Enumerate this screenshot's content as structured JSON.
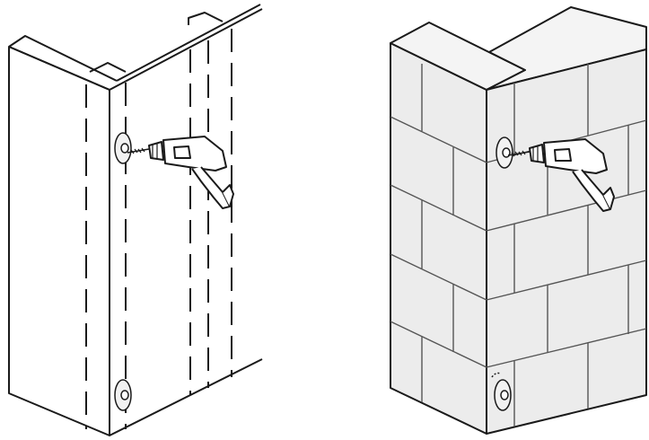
{
  "panels": [
    {
      "id": "drywall",
      "wall_material": "stud-wall",
      "tool": "drill-icon",
      "anchors": 2
    },
    {
      "id": "masonry",
      "wall_material": "brick-wall",
      "tool": "drill-icon",
      "anchors": 2
    }
  ],
  "colors": {
    "stroke": "#1a1a1a",
    "brick_fill": "#ececec",
    "brick_side_fill": "#e3e3e3",
    "background": "#ffffff"
  }
}
